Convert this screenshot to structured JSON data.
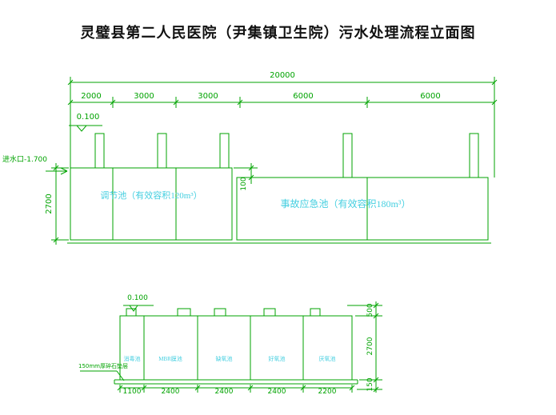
{
  "title": "灵璧县第二人民医院（尹集镇卫生院）污水处理流程立面图",
  "colors": {
    "line_color": "#00a300",
    "text_green": "#00a300",
    "text_cyan": "#45cfe0"
  },
  "upper_view": {
    "total_dim": "20000",
    "segment_dims": [
      "2000",
      "3000",
      "3000",
      "6000",
      "6000"
    ],
    "elevation": "0.100",
    "inlet_label": "进水口-1.700",
    "height_dim": "2700",
    "top_offset_dim": "100",
    "tanks": [
      {
        "label": "调节池（有效容积120m³）"
      },
      {
        "label": "事故应急池（有效容积180m³）"
      }
    ]
  },
  "lower_view": {
    "elevation": "0.100",
    "compartments": [
      "消毒池",
      "MBR膜池",
      "缺氧池",
      "好氧池",
      "厌氧池"
    ],
    "bottom_dims": [
      "1100",
      "2400",
      "2400",
      "2400",
      "2200"
    ],
    "right_dims": [
      "500",
      "2700",
      "150"
    ],
    "base_note": "150mm厚碎石垫层"
  }
}
